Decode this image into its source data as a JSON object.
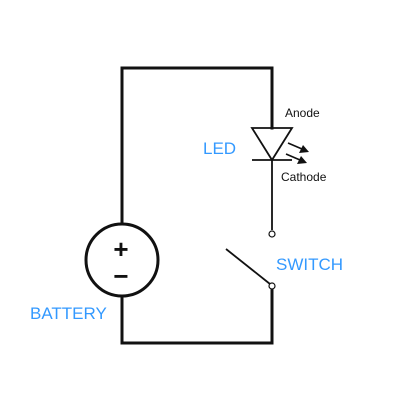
{
  "labels": {
    "led": "LED",
    "anode": "Anode",
    "cathode": "Cathode",
    "switch": "SWITCH",
    "battery": "BATTERY"
  },
  "symbols": {
    "battery_positive": "+",
    "battery_negative": "−"
  },
  "colors": {
    "label_blue": "#3399ff",
    "line": "#111111",
    "background": "#ffffff"
  }
}
